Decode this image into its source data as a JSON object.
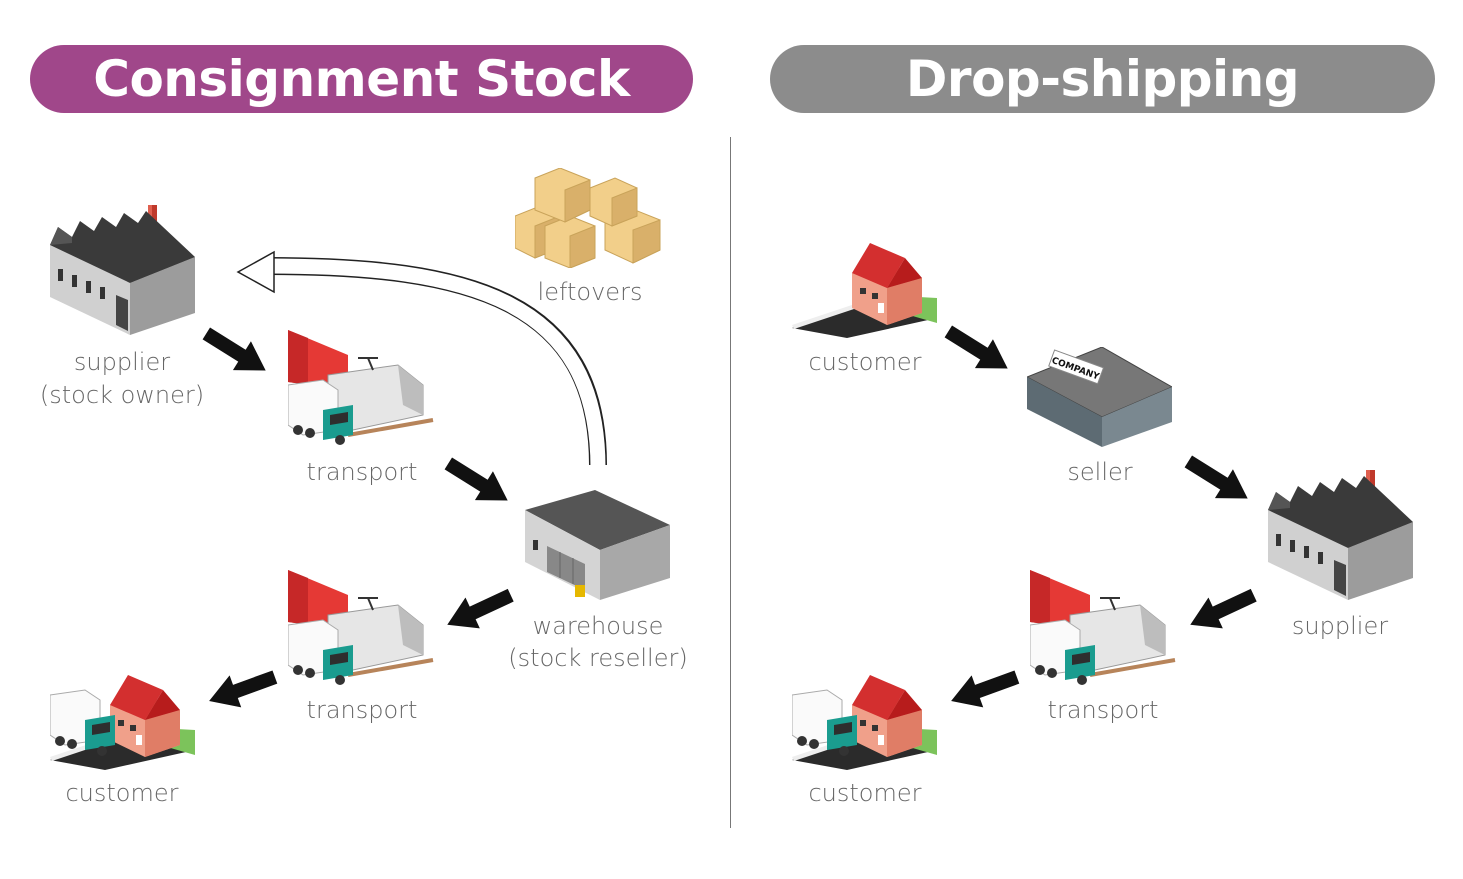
{
  "left_panel": {
    "title": "Consignment Stock",
    "title_color": "#A0478A",
    "nodes": {
      "supplier": "supplier",
      "supplier_role": "(stock owner)",
      "transport_1": "transport",
      "warehouse": "warehouse",
      "warehouse_role": "(stock reseller)",
      "transport_2": "transport",
      "customer": "customer",
      "leftovers": "leftovers"
    }
  },
  "right_panel": {
    "title": "Drop-shipping",
    "title_color": "#8C8C8C",
    "nodes": {
      "customer_top": "customer",
      "seller": "seller",
      "seller_sign": "COMPANY",
      "supplier": "supplier",
      "transport": "transport",
      "customer_bottom": "customer"
    }
  },
  "icons": [
    "factory-icon",
    "transport-icon",
    "warehouse-icon",
    "house-with-truck-icon",
    "boxes-icon",
    "house-icon",
    "office-building-icon",
    "arrow-icon",
    "return-arrow-icon"
  ]
}
